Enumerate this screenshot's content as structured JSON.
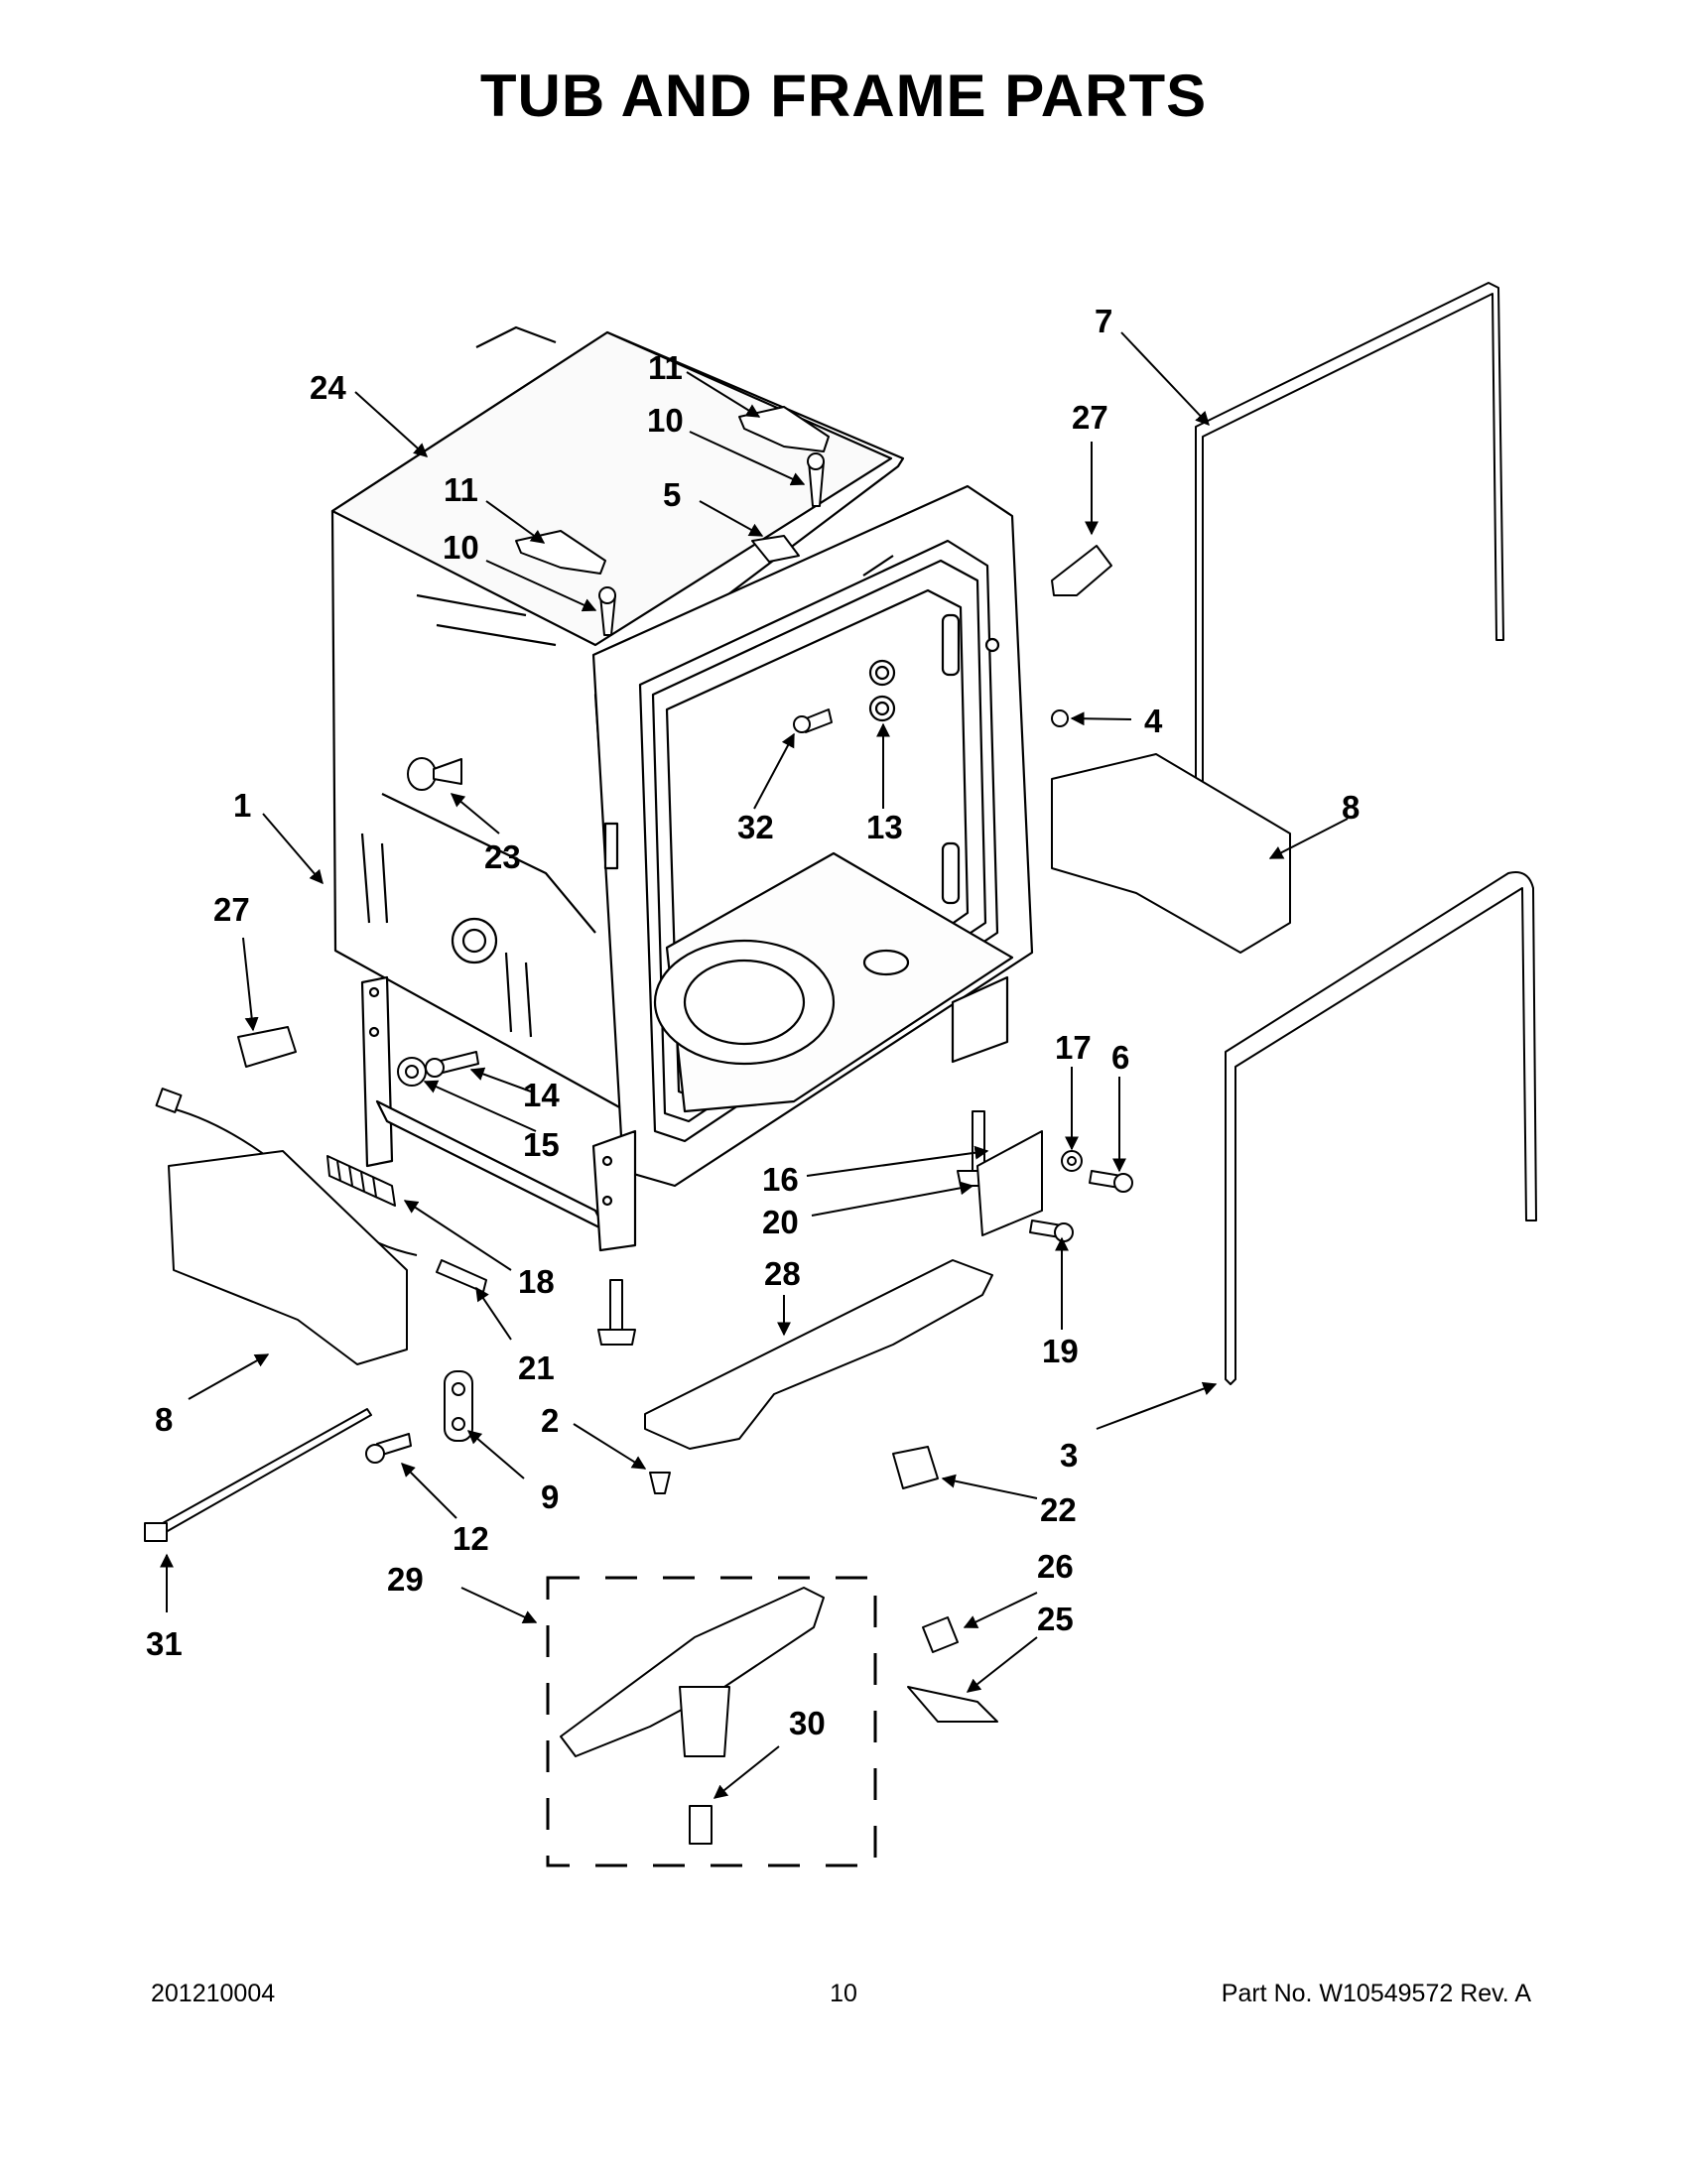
{
  "title": "TUB AND FRAME PARTS",
  "callouts": [
    "24",
    "11",
    "10",
    "5",
    "11",
    "10",
    "7",
    "27",
    "4",
    "1",
    "23",
    "32",
    "13",
    "8",
    "27",
    "14",
    "15",
    "17",
    "6",
    "16",
    "20",
    "28",
    "18",
    "21",
    "19",
    "8",
    "2",
    "9",
    "3",
    "22",
    "12",
    "31",
    "29",
    "26",
    "25",
    "30"
  ],
  "footer": {
    "left": "201210004",
    "center": "10",
    "right": "Part No.  W10549572  Rev.  A"
  }
}
